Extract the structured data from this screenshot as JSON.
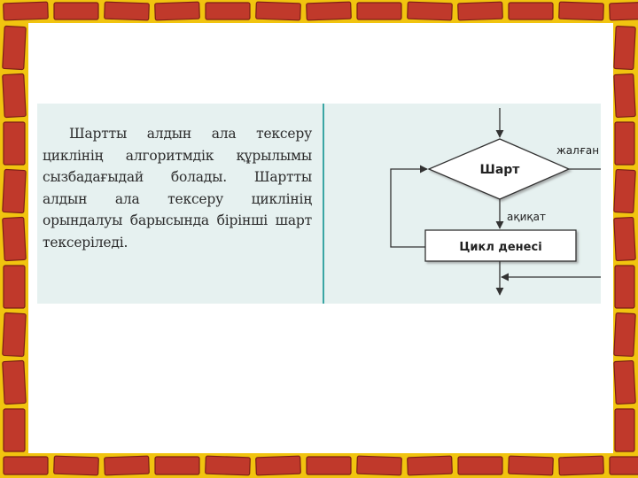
{
  "text": {
    "paragraph": "Шартты алдын ала тексеру циклінің алгоритмдік құрылымы сызбадағыдай болады. Шартты алдын ала тексеру циклінің орындалуы барысында бірінші шарт тексеріледі."
  },
  "flowchart": {
    "condition_label": "Шарт",
    "loop_body_label": "Цикл денесі",
    "false_branch_label": "жалған",
    "true_branch_label": "ақиқат"
  },
  "colors": {
    "brick": "#c0392b",
    "mortar": "#f1c40f",
    "panel_bg": "#e6f1f0",
    "divider": "#3aa6a4",
    "line": "#333333"
  }
}
